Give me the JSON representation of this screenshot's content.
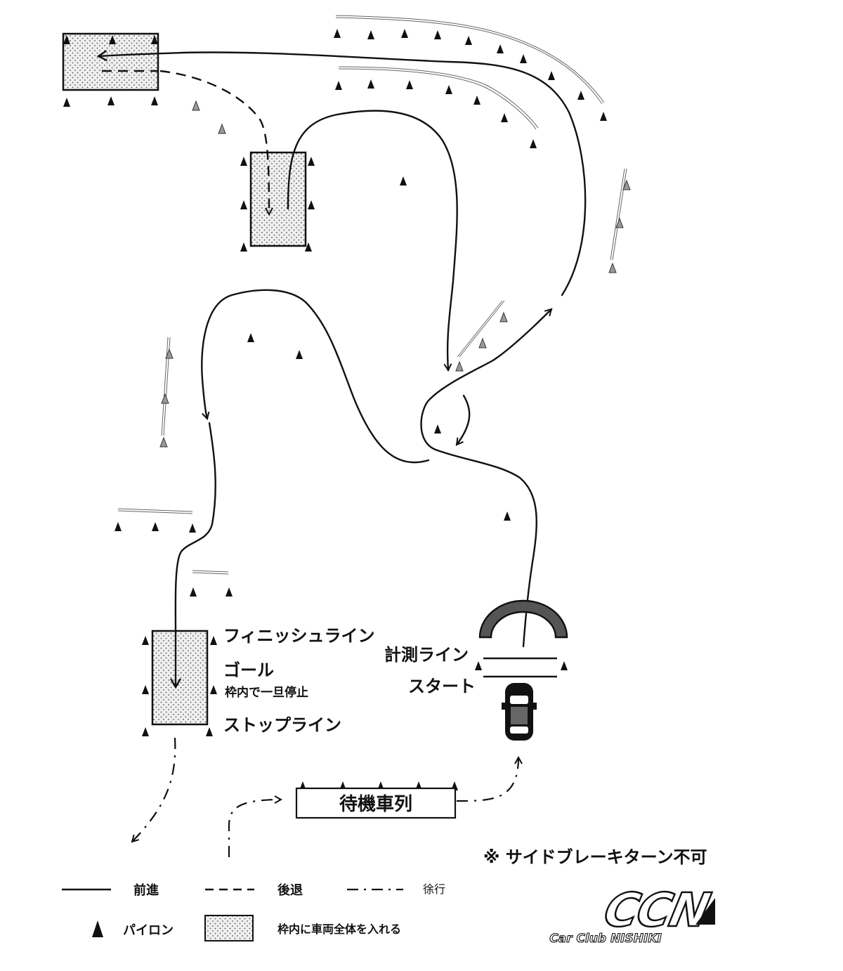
{
  "labels": {
    "finish_line": "フィニッシュライン",
    "goal": "ゴール",
    "goal_note": "枠内で一旦停止",
    "stop_line": "ストップライン",
    "measure_line": "計測ライン",
    "start": "スタート",
    "waiting_queue": "待機車列",
    "side_brake_note": "※ サイドブレーキターン不可"
  },
  "legend": {
    "forward": "前進",
    "reverse": "後退",
    "slow": "徐行",
    "pylon": "パイロン",
    "box_note": "枠内に車両全体を入れる"
  },
  "logo": {
    "main": "CCN",
    "sub": "Car Club NISHIKI"
  },
  "icons": {
    "pylon": "pylon-icon",
    "car": "car-icon",
    "arch": "arch-gate-icon"
  }
}
